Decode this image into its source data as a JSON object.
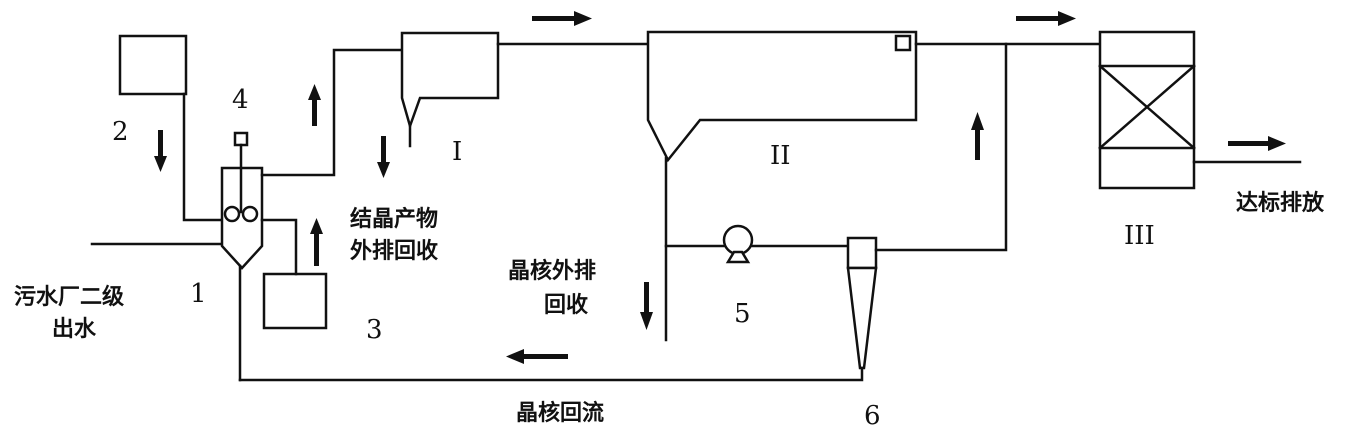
{
  "labels": {
    "inlet_line1": "污水厂二级",
    "inlet_line2": "出水",
    "crystal_product_line1": "结晶产物",
    "crystal_product_line2": "外排回收",
    "seed_discharge_line1": "晶核外排",
    "seed_discharge_line2": "回收",
    "seed_recycle": "晶核回流",
    "discharge": "达标排放"
  },
  "numbers": {
    "reactor": "1",
    "tank2": "2",
    "tank3": "3",
    "stirrer": "4",
    "pump": "5",
    "cyclone": "6"
  },
  "units": {
    "unit_i": "I",
    "unit_ii": "II",
    "unit_iii": "III"
  }
}
